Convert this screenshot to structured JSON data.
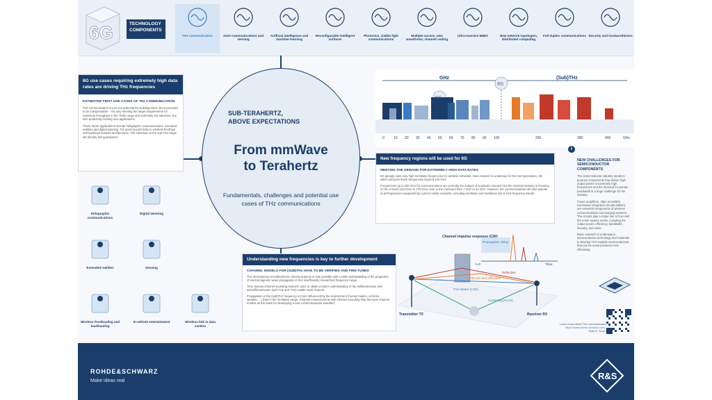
{
  "badge": {
    "text": "6G",
    "label_line1": "TECHNOLOGY",
    "label_line2": "COMPONENTS"
  },
  "technologies": [
    {
      "label": "THz communication",
      "icon": "thz-wave-icon",
      "active": true
    },
    {
      "label": "Joint communications and sensing",
      "icon": "radar-icon"
    },
    {
      "label": "Artificial intelligence and machine learning",
      "icon": "brain-icon"
    },
    {
      "label": "Reconfigurable intelligent surfaces",
      "icon": "surface-grid-icon"
    },
    {
      "label": "Photonics, visible light communications",
      "icon": "light-bulb-icon"
    },
    {
      "label": "Multiple access, new waveforms, channel coding",
      "icon": "antenna-tower-icon"
    },
    {
      "label": "Ultra-massive MIMO",
      "icon": "mimo-array-icon"
    },
    {
      "label": "New network topologies, distributed computing",
      "icon": "network-topology-icon"
    },
    {
      "label": "Full duplex communications",
      "icon": "duplex-icon"
    },
    {
      "label": "Security and trustworthiness",
      "icon": "shield-check-icon"
    }
  ],
  "left_card": {
    "heading": "6G use cases requiring extremely high data rates are driving THz frequencies",
    "subheading": "ESTIMATED FIRST USE CASES OF THz COMMUNICATION",
    "paragraph1": "THz communication is just one potential 6G building block. But it promises to be indispensable – not only meeting the target requirements for maximum throughput in the Tbit/s range and extremely low latencies, but also producing exciting new applications.",
    "paragraph2": "These future applications include holographic communications, extended realities and digital twinning. For point-to-point links in wireless fronthaul and backhaul network architectures. The extension to the sub-THz range set already being prepared."
  },
  "use_cases": [
    {
      "label": "Holographic communications",
      "icon": "holographic-person-icon"
    },
    {
      "label": "Digital twinning",
      "icon": "robot-arm-icon"
    },
    {
      "label": "Extended realities",
      "icon": "vr-headset-icon"
    },
    {
      "label": "Sensing",
      "icon": "sensing-person-icon"
    },
    {
      "label": "Wireless fronthauling and backhauling",
      "icon": "radio-tower-icon"
    },
    {
      "label": "In-vehicle entertainment",
      "icon": "vehicle-passenger-icon"
    },
    {
      "label": "Wireless link in data centers",
      "icon": "data-center-icon"
    }
  ],
  "center": {
    "tagline_line1": "SUB-TERAHERTZ,",
    "tagline_line2": "ABOVE EXPECTATIONS",
    "title_line1": "From mmWave",
    "title_line2": "to Terahertz",
    "subtitle": "Fundamentals, challenges and potential use cases of THz communications"
  },
  "spectrum": {
    "ghz_label": "GHz",
    "thz_label": "(Sub)THz",
    "badge_5g": "5G",
    "badge_6g": "6G",
    "axis_labels": [
      "0",
      "10",
      "20",
      "30",
      "40",
      "50",
      "60",
      "70",
      "80",
      "90",
      "100",
      "200",
      "300",
      "400",
      "GHz"
    ]
  },
  "freq_card": {
    "heading": "New frequency regions will be used for 6G",
    "subheading": "MEETING THE DEMAND FOR EXTREMELY HIGH DATA RATES",
    "paragraph1": "5G already uses very high mmWave frequencies for wireless networks. Now research is underway for the next generation, 6G, which will push these frequencies beyond 100 GHz.",
    "paragraph2": "Frequencies up to 330 GHz for communications are currently the subject of academic research but the wireless industry is focusing on the D-band (110 GHz to 170 GHz) and on the mid-band from 7 GHz to 24 GHz. However, 6G communications will also operate at all frequencies supported by current mobile networks, including mmWave and traditional sub-6 GHz frequency bands."
  },
  "right_col": {
    "heading": "NEW CHALLENGES FOR SEMICONDUCTOR COMPONENTS",
    "paragraph1": "The semiconductor industry needs to produce components that deliver high output power at extremely high frequencies and the demand for greater bandwidth is a huge challenge for the industry.",
    "paragraph2": "Power amplifiers, often monolithic microwave integrated circuits (MMIC), are essential components of wireless communications and imaging systems. The circuits play a major role in how well the entire system works, including the output power, efficiency, bandwidth, linearity, and noise.",
    "paragraph3": "Basic research is underway in semiconductor technology and materials to develop THz-suitable semiconductors that can be mass-produced cost-effectively."
  },
  "under_card": {
    "heading": "Understanding new frequencies is key to further development",
    "subheading": "CHANNEL MODELS FOR (SUB)THz HAVE TO BE VERIFIED AND FINE-TUNED",
    "paragraph1": "The development of subterahertz communications is only possible with a solid understanding of the properties of electromagnetic wave propagation in this insufficiently researched frequency range.",
    "paragraph2": "Time domain channel sounding research aims to obtain a better understanding of the millimeterwave and submillimeterwave (sub-THz and THz) mobile radio channel.",
    "paragraph3": "Propagation in the (sub)THz frequency is more influenced by the environment (human bodies, vehicles, weather, ...) than in the mmWave range. Channel measurements with channel sounding help fine-tune channel models as the basis for developing a new communications standard."
  },
  "channel": {
    "cir_title": "Channel impulse response (CIR)",
    "prop_delay": "Propagation delay",
    "t0": "t=0",
    "time": "Time",
    "transmitter": "Transmitter TX",
    "receiver": "Receiver RX",
    "path1": "Reflection",
    "path2": "Reflection and diffraction",
    "path3": "Free Space (LOS)",
    "path4": "Scattering (NLOS)"
  },
  "learn_more": {
    "line1": "Learn more about THz communication:",
    "line2": "https://www.rohde-schwarz.com/...",
    "line3": "Scan it. Trust it."
  },
  "footer": {
    "brand": "ROHDE&SCHWARZ",
    "slogan": "Make ideas real",
    "logo": "R&S"
  },
  "colors": {
    "navy": "#1b3d6b",
    "accent_blue": "#3a7cc2",
    "light_panel": "#e4ecf5",
    "orange": "#e77a2a",
    "red": "#c0392b"
  }
}
